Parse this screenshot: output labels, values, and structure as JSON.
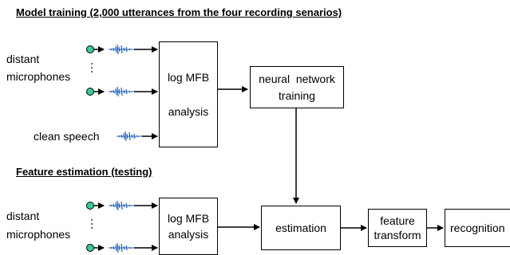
{
  "training": {
    "heading": "Model training (2,000 utterances from the four recording senarios)",
    "distant_label_1": "distant",
    "distant_label_2": "microphones",
    "clean_speech_label": "clean speech",
    "analysis_line_1": "log MFB",
    "analysis_line_2": "analysis",
    "nn_line_1": "neural  network",
    "nn_line_2": "training"
  },
  "testing": {
    "heading": "Feature estimation (testing)",
    "distant_label_1": "distant",
    "distant_label_2": "microphones",
    "analysis_line_1": "log MFB",
    "analysis_line_2": "analysis",
    "estimation_label": "estimation",
    "feature_line_1": "feature",
    "feature_line_2": "transform",
    "recognition_label": "recognition"
  },
  "colors": {
    "microphone": "#33cc99",
    "waveform": "#1f5fbf",
    "lines": "#000000"
  },
  "icons": [
    "microphone-icon",
    "waveform-icon"
  ]
}
